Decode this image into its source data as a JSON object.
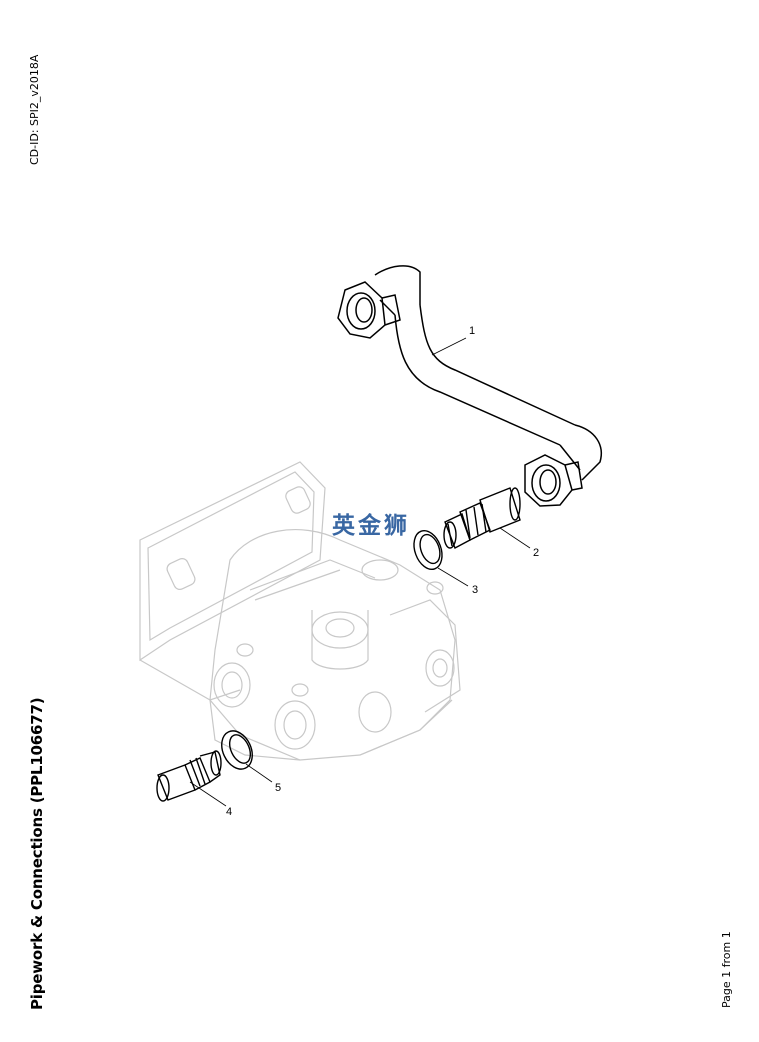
{
  "header": {
    "cd_id": "CD-ID: SPI2_v2018A"
  },
  "title": "Pipework & Connections (PPL106677)",
  "footer": {
    "page_label": "Page 1 from 1"
  },
  "watermark": {
    "text": "英金狮"
  },
  "callouts": [
    "1",
    "2",
    "3",
    "4",
    "5"
  ],
  "colors": {
    "line": "#000000",
    "ghost_line": "#c8c8c8",
    "watermark": "#2f5f9f"
  }
}
